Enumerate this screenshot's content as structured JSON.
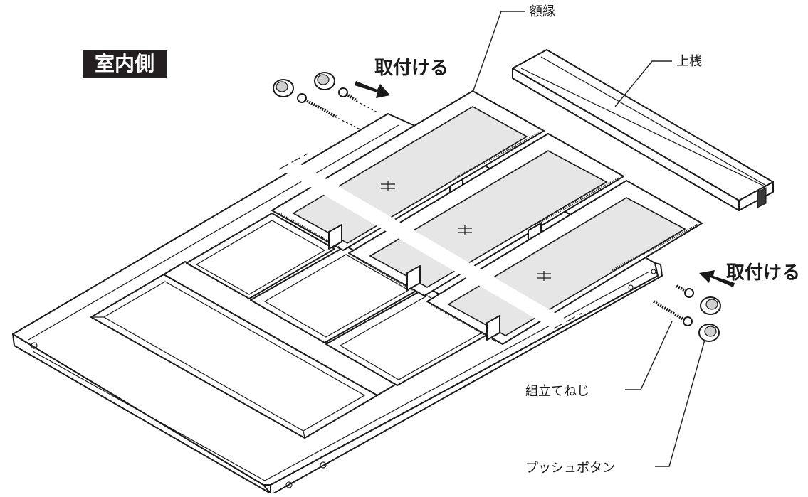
{
  "labels": {
    "room_side": "室内側",
    "install_top": "取付ける",
    "install_right": "取付ける",
    "frame_molding": "額縁",
    "top_rail": "上桟",
    "assembly_screw": "組立てねじ",
    "push_button": "プッシュボタン"
  },
  "glass_symbol": "=|=",
  "colors": {
    "ink": "#1a1a1a",
    "glass": "#e6e6e6",
    "badge_bg": "#231f20",
    "badge_text": "#ffffff"
  }
}
